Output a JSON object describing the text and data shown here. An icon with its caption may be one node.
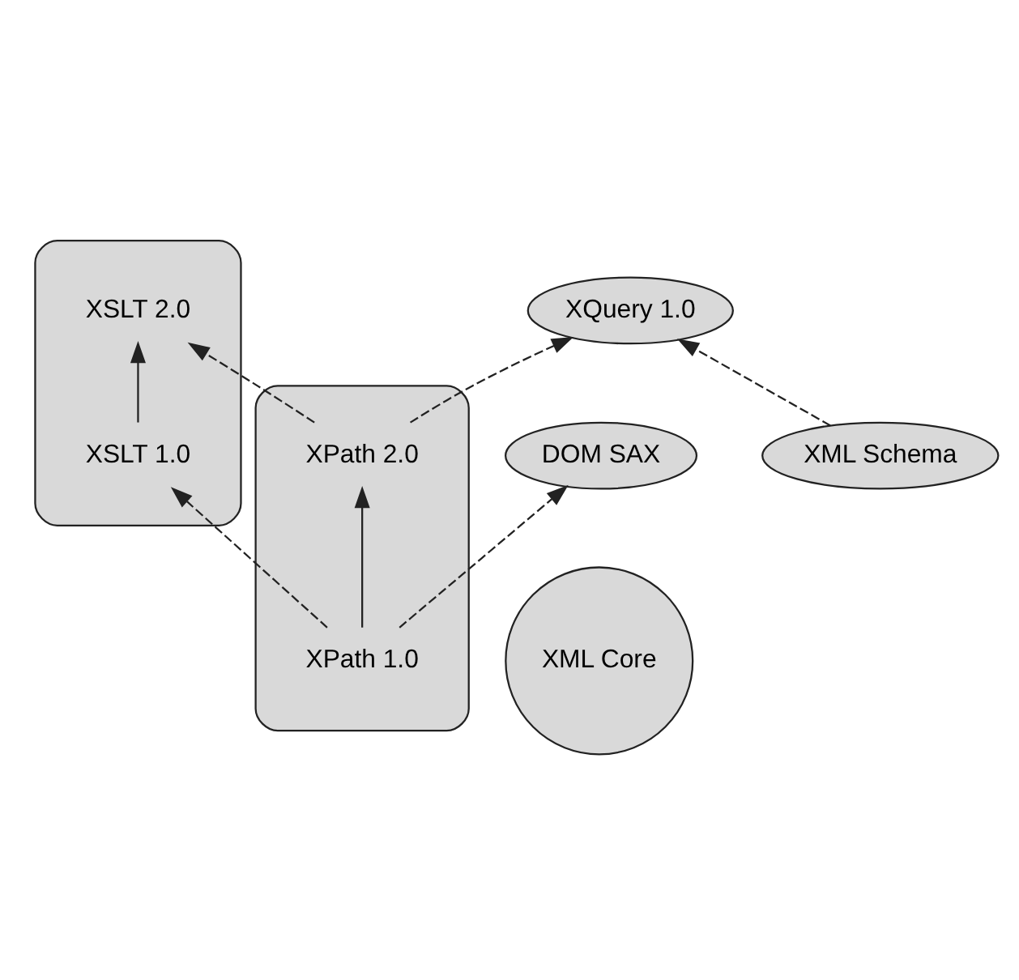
{
  "diagram": {
    "nodes": [
      {
        "text": [],
        "shape": "ellipse"
      },
      {
        "text": [
          "XPath 2.0"
        ],
        "in": 0
      },
      {
        "text": [
          "XPath 1.0"
        ],
        "in": 0
      },
      {
        "text": [],
        "shape": "ellipse"
      },
      {
        "text": [
          "XSLT 2.0"
        ],
        "in": 3
      },
      {
        "text": [
          "XSLT 1.0"
        ],
        "in": 3
      },
      {
        "text": [
          "XML Core"
        ]
      },
      {
        "text": [
          "XQuery 1.0"
        ]
      },
      {
        "text": [
          "XML Schema"
        ]
      },
      {
        "text": [
          "DOM SAX"
        ]
      }
    ],
    "edges": [
      {
        "from": 1,
        "to": 4,
        "arrow": "to",
        "style": "dashed"
      },
      {
        "from": 2,
        "to": 1,
        "arrow": "to"
      },
      {
        "from": 5,
        "to": 4,
        "arrow": "to"
      },
      {
        "from": 2,
        "to": 5,
        "arrow": "to",
        "style": "dashed"
      },
      {
        "from": 1,
        "to": 7,
        "arrow": "to",
        "style": "dashed"
      },
      {
        "from": 2,
        "to": 9,
        "arrow": "to",
        "style": "dashed"
      },
      {
        "from": 8,
        "to": 7,
        "arrow": "to",
        "style": "dashed"
      }
    ]
  }
}
